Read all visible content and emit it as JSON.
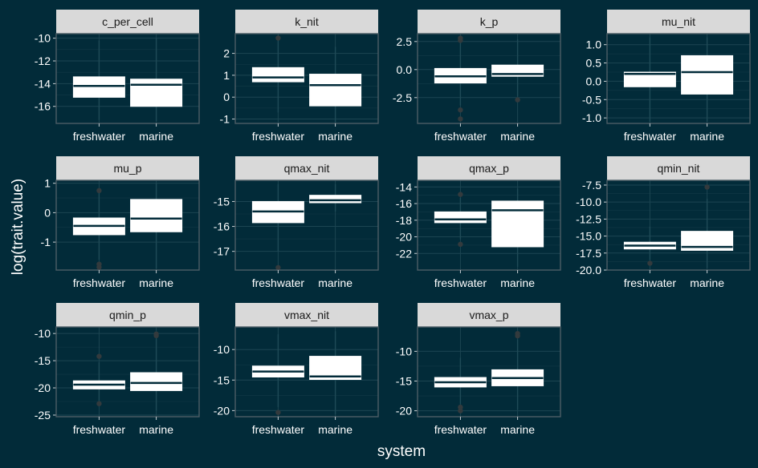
{
  "chart_data": {
    "type": "boxplot",
    "xlabel": "system",
    "ylabel": "log(trait.value)",
    "categories": [
      "freshwater",
      "marine"
    ],
    "colors": {
      "background": "#022b39",
      "box": "#ffffff",
      "strip": "#d9d9d9"
    },
    "panels": [
      {
        "title": "c_per_cell",
        "ylim": [
          -17.5,
          -9.6
        ],
        "yticks": [
          -16,
          -14,
          -12,
          -10
        ],
        "boxes": [
          {
            "category": "freshwater",
            "q1": -15.2,
            "median": -14.2,
            "q3": -13.4,
            "wmin": -17.2,
            "wmax": -10.2,
            "outliers": []
          },
          {
            "category": "marine",
            "q1": -16.0,
            "median": -14.1,
            "q3": -13.6,
            "wmin": -17.3,
            "wmax": -10.0,
            "outliers": []
          }
        ]
      },
      {
        "title": "k_nit",
        "ylim": [
          -1.2,
          2.9
        ],
        "yticks": [
          -1,
          0,
          1,
          2
        ],
        "boxes": [
          {
            "category": "freshwater",
            "q1": 0.7,
            "median": 0.9,
            "q3": 1.35,
            "wmin": -0.7,
            "wmax": 2.7,
            "outliers": [
              2.7
            ]
          },
          {
            "category": "marine",
            "q1": -0.4,
            "median": 0.55,
            "q3": 1.05,
            "wmin": -1.2,
            "wmax": 2.3,
            "outliers": []
          }
        ]
      },
      {
        "title": "k_p",
        "ylim": [
          -4.8,
          3.2
        ],
        "yticks": [
          -2.5,
          0.0,
          2.5
        ],
        "ytick_labels": [
          "-2.5",
          "0.0",
          "2.5"
        ],
        "boxes": [
          {
            "category": "freshwater",
            "q1": -1.2,
            "median": -0.6,
            "q3": 0.1,
            "wmin": -3.2,
            "wmax": 2.6,
            "outliers": [
              2.6,
              2.8,
              -3.6,
              -4.4
            ]
          },
          {
            "category": "marine",
            "q1": -0.6,
            "median": -0.4,
            "q3": 0.4,
            "wmin": -2.4,
            "wmax": 2.7,
            "outliers": [
              -2.7
            ]
          }
        ]
      },
      {
        "title": "mu_nit",
        "ylim": [
          -1.15,
          1.3
        ],
        "yticks": [
          -1.0,
          -0.5,
          0.0,
          0.5,
          1.0
        ],
        "ytick_labels": [
          "-1.0",
          "-0.5",
          "0.0",
          "0.5",
          "1.0"
        ],
        "boxes": [
          {
            "category": "freshwater",
            "q1": -0.15,
            "median": 0.2,
            "q3": 0.25,
            "wmin": -1.1,
            "wmax": 1.2,
            "outliers": []
          },
          {
            "category": "marine",
            "q1": -0.35,
            "median": 0.25,
            "q3": 0.7,
            "wmin": -1.1,
            "wmax": 1.2,
            "outliers": []
          }
        ]
      },
      {
        "title": "mu_p",
        "ylim": [
          -1.95,
          1.1
        ],
        "yticks": [
          -1,
          0,
          1
        ],
        "boxes": [
          {
            "category": "freshwater",
            "q1": -0.75,
            "median": -0.45,
            "q3": -0.18,
            "wmin": -1.6,
            "wmax": 0.75,
            "outliers": [
              0.75,
              -1.75,
              -1.85
            ]
          },
          {
            "category": "marine",
            "q1": -0.65,
            "median": -0.2,
            "q3": 0.45,
            "wmin": -1.9,
            "wmax": 1.0,
            "outliers": []
          }
        ]
      },
      {
        "title": "qmax_nit",
        "ylim": [
          -17.75,
          -14.15
        ],
        "yticks": [
          -17,
          -16,
          -15
        ],
        "boxes": [
          {
            "category": "freshwater",
            "q1": -15.85,
            "median": -15.4,
            "q3": -15.0,
            "wmin": -17.0,
            "wmax": -14.3,
            "outliers": [
              -17.65
            ]
          },
          {
            "category": "marine",
            "q1": -15.05,
            "median": -14.95,
            "q3": -14.75,
            "wmin": -15.4,
            "wmax": -14.3,
            "outliers": []
          }
        ]
      },
      {
        "title": "qmax_p",
        "ylim": [
          -24.0,
          -13.2
        ],
        "yticks": [
          -22,
          -20,
          -18,
          -16,
          -14
        ],
        "boxes": [
          {
            "category": "freshwater",
            "q1": -18.3,
            "median": -17.9,
            "q3": -17.0,
            "wmin": -20.3,
            "wmax": -15.3,
            "outliers": [
              -14.9,
              -20.9
            ]
          },
          {
            "category": "marine",
            "q1": -21.2,
            "median": -16.8,
            "q3": -15.7,
            "wmin": -23.6,
            "wmax": -14.2,
            "outliers": []
          }
        ]
      },
      {
        "title": "qmin_nit",
        "ylim": [
          -20.0,
          -6.8
        ],
        "yticks": [
          -20.0,
          -17.5,
          -15.0,
          -12.5,
          -10.0,
          -7.5
        ],
        "ytick_labels": [
          "-20.0",
          "-17.5",
          "-15.0",
          "-12.5",
          "-10.0",
          "-7.5"
        ],
        "boxes": [
          {
            "category": "freshwater",
            "q1": -16.9,
            "median": -16.4,
            "q3": -15.9,
            "wmin": -18.5,
            "wmax": -13.6,
            "outliers": [
              -19.0
            ]
          },
          {
            "category": "marine",
            "q1": -17.1,
            "median": -16.6,
            "q3": -14.3,
            "wmin": -19.7,
            "wmax": -9.5,
            "outliers": [
              -7.8
            ]
          }
        ]
      },
      {
        "title": "qmin_p",
        "ylim": [
          -25.3,
          -8.8
        ],
        "yticks": [
          -25,
          -20,
          -15,
          -10
        ],
        "boxes": [
          {
            "category": "freshwater",
            "q1": -20.2,
            "median": -19.4,
            "q3": -18.7,
            "wmin": -22.4,
            "wmax": -15.3,
            "outliers": [
              -14.2,
              -22.9
            ]
          },
          {
            "category": "marine",
            "q1": -20.5,
            "median": -19.1,
            "q3": -17.2,
            "wmin": -24.2,
            "wmax": -10.9,
            "outliers": [
              -10.1,
              -10.4
            ]
          }
        ]
      },
      {
        "title": "vmax_nit",
        "ylim": [
          -21.0,
          -6.3
        ],
        "yticks": [
          -20,
          -15,
          -10
        ],
        "boxes": [
          {
            "category": "freshwater",
            "q1": -14.5,
            "median": -13.6,
            "q3": -12.7,
            "wmin": -19.4,
            "wmax": -7.5,
            "outliers": [
              -20.3
            ]
          },
          {
            "category": "marine",
            "q1": -14.9,
            "median": -14.4,
            "q3": -11.1,
            "wmin": -20.6,
            "wmax": -7.0,
            "outliers": []
          }
        ]
      },
      {
        "title": "vmax_p",
        "ylim": [
          -21.0,
          -5.9
        ],
        "yticks": [
          -20,
          -15,
          -10
        ],
        "boxes": [
          {
            "category": "freshwater",
            "q1": -16.0,
            "median": -15.2,
            "q3": -14.4,
            "wmin": -18.9,
            "wmax": -11.1,
            "outliers": [
              -19.4,
              -20.0
            ]
          },
          {
            "category": "marine",
            "q1": -15.8,
            "median": -14.5,
            "q3": -13.1,
            "wmin": -19.8,
            "wmax": -8.0,
            "outliers": [
              -7.0,
              -7.4
            ]
          }
        ]
      }
    ]
  }
}
